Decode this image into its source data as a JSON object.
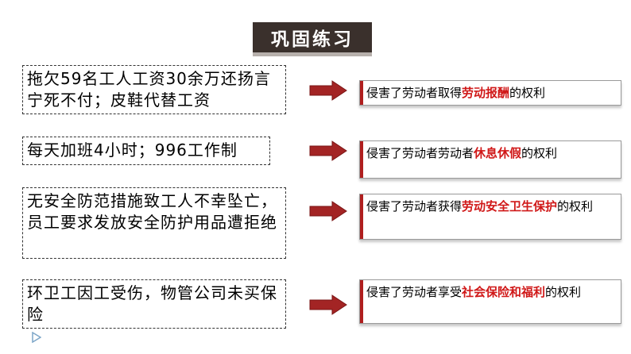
{
  "title": "巩固练习",
  "cases": [
    {
      "text": "拖欠59名工人工资30余万还扬言宁死不付；皮鞋代替工资",
      "result": {
        "prefix": "侵害了劳动者取得",
        "highlight": "劳动报酬",
        "suffix": "的权利"
      }
    },
    {
      "text": "每天加班4小时；996工作制",
      "result": {
        "prefix": "侵害了劳动者劳动者",
        "highlight": "休息休假",
        "suffix": "的权利"
      }
    },
    {
      "text": "无安全防范措施致工人不幸坠亡，员工要求发放安全防护用品遭拒绝",
      "result": {
        "prefix": "侵害了劳动者获得",
        "highlight": "劳动安全卫生保护",
        "suffix": "的权利"
      }
    },
    {
      "text": "环卫工因工受伤，物管公司未买保险",
      "result": {
        "prefix": "侵害了劳动者享受",
        "highlight": "社会保险和福利",
        "suffix": "的权利"
      }
    }
  ],
  "colors": {
    "title_bg": "#3a302c",
    "arrow": "#a32424",
    "highlight": "#d01818",
    "accent_bar": "#b01e1e"
  },
  "icons": {
    "arrow": "right-arrow-icon",
    "nav": "play-triangle-icon"
  }
}
